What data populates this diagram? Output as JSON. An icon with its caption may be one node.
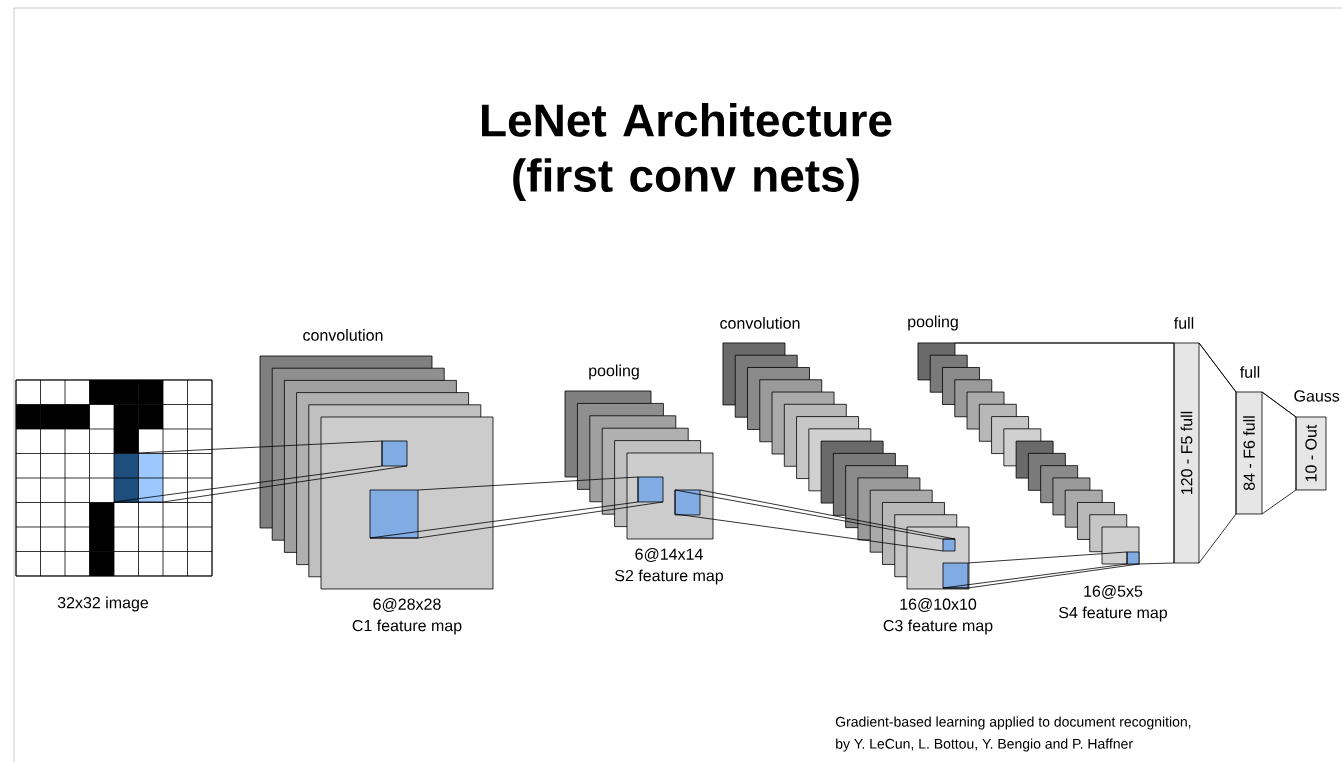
{
  "diagram": {
    "title": "LeNet Architecture (first conv nets)",
    "nodes": [
      {
        "text": [],
        "shape": "picture",
        "beside": [
          "32x32 image"
        ]
      },
      {
        "text": [],
        "shape": "box",
        "beside": [
          "6@28x28",
          "C1 feature map"
        ]
      },
      {
        "text": [],
        "shape": "box",
        "beside": [
          "6@14x14",
          "S2 feature map"
        ]
      },
      {
        "text": [],
        "shape": "box",
        "beside": [
          "16@10x10",
          "C3 feature map"
        ]
      },
      {
        "text": [],
        "shape": "box",
        "beside": [
          "16@5x5",
          "S4 feature map"
        ]
      },
      {
        "text": [
          "120 - F5 full"
        ],
        "beside": [
          "full"
        ]
      },
      {
        "text": [
          "84 - F6 full"
        ],
        "beside": [
          "full"
        ]
      },
      {
        "text": [
          "10 - Out"
        ],
        "beside": [
          "Gauss"
        ]
      }
    ],
    "edges": [
      {
        "from": 0,
        "to": 1,
        "arrow": "none"
      },
      {
        "from": 1,
        "to": 2,
        "arrow": "none"
      },
      {
        "from": 2,
        "to": 3,
        "arrow": "none"
      },
      {
        "from": 3,
        "to": 4,
        "arrow": "none"
      },
      {
        "from": 4,
        "to": 5,
        "arrow": "none"
      },
      {
        "from": 5,
        "to": 6,
        "arrow": "none"
      },
      {
        "from": 6,
        "to": 7,
        "arrow": "none"
      }
    ],
    "labels": [
      "convolution",
      "pooling",
      "convolution",
      "pooling",
      "Gradient-based learning applied to document recognition,",
      "by Y. LeCun, L. Bottou, Y. Bengio and P. Haffner"
    ]
  }
}
